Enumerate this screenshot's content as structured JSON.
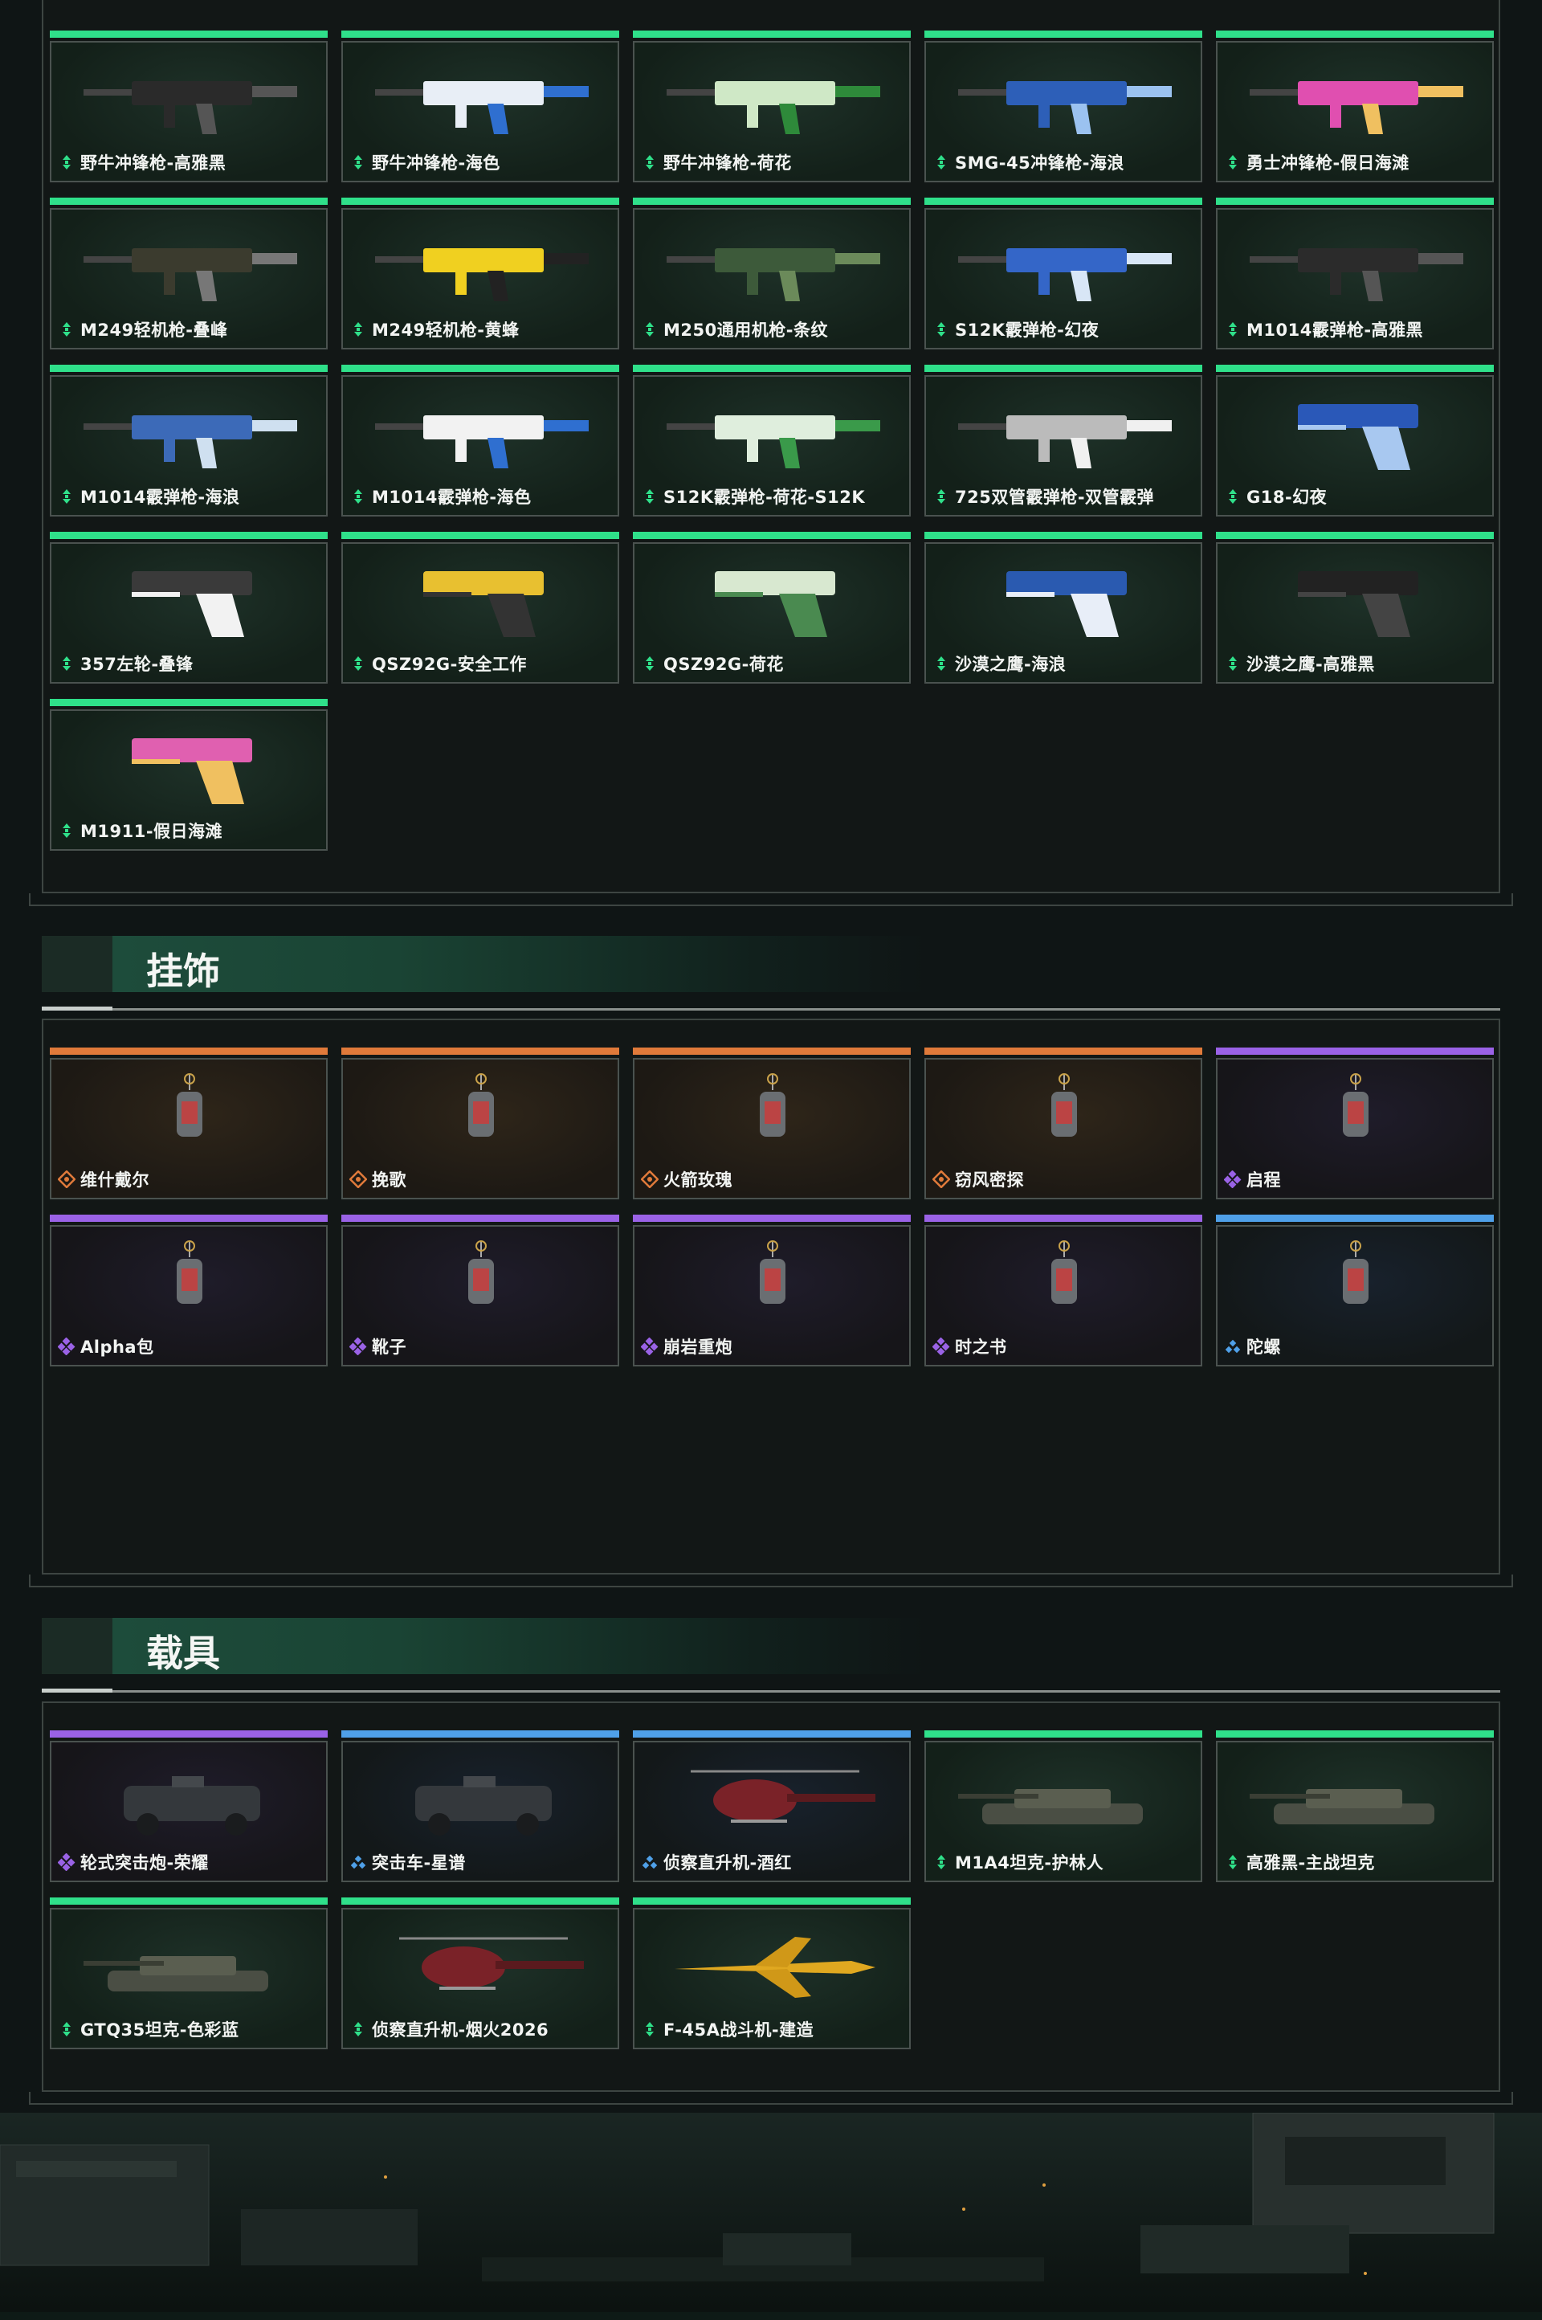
{
  "weapons": {
    "items": [
      {
        "label": "野牛冲锋枪-高雅黑",
        "rarity": "green",
        "icon": "weapon-smg-icon"
      },
      {
        "label": "野牛冲锋枪-海色",
        "rarity": "green",
        "icon": "weapon-smg-icon"
      },
      {
        "label": "野牛冲锋枪-荷花",
        "rarity": "green",
        "icon": "weapon-smg-icon"
      },
      {
        "label": "SMG-45冲锋枪-海浪",
        "rarity": "green",
        "icon": "weapon-smg-icon"
      },
      {
        "label": "勇士冲锋枪-假日海滩",
        "rarity": "green",
        "icon": "weapon-smg-icon"
      },
      {
        "label": "M249轻机枪-叠峰",
        "rarity": "green",
        "icon": "weapon-lmg-icon"
      },
      {
        "label": "M249轻机枪-黄蜂",
        "rarity": "green",
        "icon": "weapon-lmg-icon"
      },
      {
        "label": "M250通用机枪-条纹",
        "rarity": "green",
        "icon": "weapon-lmg-icon"
      },
      {
        "label": "S12K霰弹枪-幻夜",
        "rarity": "green",
        "icon": "weapon-shotgun-icon"
      },
      {
        "label": "M1014霰弹枪-高雅黑",
        "rarity": "green",
        "icon": "weapon-shotgun-icon"
      },
      {
        "label": "M1014霰弹枪-海浪",
        "rarity": "green",
        "icon": "weapon-shotgun-icon"
      },
      {
        "label": "M1014霰弹枪-海色",
        "rarity": "green",
        "icon": "weapon-shotgun-icon"
      },
      {
        "label": "S12K霰弹枪-荷花-S12K",
        "rarity": "green",
        "icon": "weapon-shotgun-icon"
      },
      {
        "label": "725双管霰弹枪-双管霰弹",
        "rarity": "green",
        "icon": "weapon-shotgun-icon"
      },
      {
        "label": "G18-幻夜",
        "rarity": "green",
        "icon": "weapon-pistol-icon"
      },
      {
        "label": "357左轮-叠锋",
        "rarity": "green",
        "icon": "weapon-revolver-icon"
      },
      {
        "label": "QSZ92G-安全工作",
        "rarity": "green",
        "icon": "weapon-pistol-icon"
      },
      {
        "label": "QSZ92G-荷花",
        "rarity": "green",
        "icon": "weapon-pistol-icon"
      },
      {
        "label": "沙漠之鹰-海浪",
        "rarity": "green",
        "icon": "weapon-pistol-icon"
      },
      {
        "label": "沙漠之鹰-高雅黑",
        "rarity": "green",
        "icon": "weapon-pistol-icon"
      },
      {
        "label": "M1911-假日海滩",
        "rarity": "green",
        "icon": "weapon-pistol-icon"
      }
    ]
  },
  "charms": {
    "title": "挂饰",
    "items": [
      {
        "label": "维什戴尔",
        "rarity": "orange",
        "icon": "charm-icon"
      },
      {
        "label": "挽歌",
        "rarity": "orange",
        "icon": "charm-icon"
      },
      {
        "label": "火箭玫瑰",
        "rarity": "orange",
        "icon": "charm-icon"
      },
      {
        "label": "窃风密探",
        "rarity": "orange",
        "icon": "charm-icon"
      },
      {
        "label": "启程",
        "rarity": "purple",
        "icon": "charm-icon"
      },
      {
        "label": "Alpha包",
        "rarity": "purple",
        "icon": "charm-icon"
      },
      {
        "label": "靴子",
        "rarity": "purple",
        "icon": "charm-icon"
      },
      {
        "label": "崩岩重炮",
        "rarity": "purple",
        "icon": "charm-icon"
      },
      {
        "label": "时之书",
        "rarity": "purple",
        "icon": "charm-icon"
      },
      {
        "label": "陀螺",
        "rarity": "blue",
        "icon": "charm-icon"
      }
    ]
  },
  "vehicles": {
    "title": "载具",
    "items": [
      {
        "label": "轮式突击炮-荣耀",
        "rarity": "purple",
        "icon": "vehicle-armored-icon"
      },
      {
        "label": "突击车-星谱",
        "rarity": "blue",
        "icon": "vehicle-car-icon"
      },
      {
        "label": "侦察直升机-酒红",
        "rarity": "blue",
        "icon": "vehicle-helicopter-icon"
      },
      {
        "label": "M1A4坦克-护林人",
        "rarity": "green",
        "icon": "vehicle-tank-icon"
      },
      {
        "label": "高雅黑-主战坦克",
        "rarity": "green",
        "icon": "vehicle-tank-icon"
      },
      {
        "label": "GTQ35坦克-色彩蓝",
        "rarity": "green",
        "icon": "vehicle-tank-icon"
      },
      {
        "label": "侦察直升机-烟火2026",
        "rarity": "green",
        "icon": "vehicle-helicopter-icon"
      },
      {
        "label": "F-45A战斗机-建造",
        "rarity": "green",
        "icon": "vehicle-jet-icon"
      }
    ]
  },
  "colors": {
    "green": "#2fe08a",
    "orange": "#e07a3a",
    "purple": "#9a62e6",
    "blue": "#4fa0e8"
  }
}
